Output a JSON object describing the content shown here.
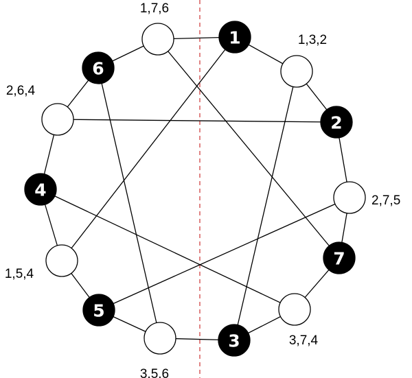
{
  "diagram": {
    "filled_nodes": [
      {
        "id": "p1",
        "label": "1"
      },
      {
        "id": "p2",
        "label": "2"
      },
      {
        "id": "p3",
        "label": "3"
      },
      {
        "id": "p4",
        "label": "4"
      },
      {
        "id": "p5",
        "label": "5"
      },
      {
        "id": "p6",
        "label": "6"
      },
      {
        "id": "p7",
        "label": "7"
      }
    ],
    "open_nodes": [
      {
        "id": "l176",
        "label": "1,7,6"
      },
      {
        "id": "l132",
        "label": "1,3,2"
      },
      {
        "id": "l264",
        "label": "2,6,4"
      },
      {
        "id": "l275",
        "label": "2,7,5"
      },
      {
        "id": "l154",
        "label": "1,5,4"
      },
      {
        "id": "l374",
        "label": "3,7,4"
      },
      {
        "id": "l356",
        "label": "3,5,6"
      }
    ],
    "edges": [
      [
        "l176",
        "p1"
      ],
      [
        "p1",
        "l132"
      ],
      [
        "l132",
        "p2"
      ],
      [
        "p2",
        "l275"
      ],
      [
        "l275",
        "p7"
      ],
      [
        "p7",
        "l374"
      ],
      [
        "l374",
        "p3"
      ],
      [
        "p3",
        "l356"
      ],
      [
        "l356",
        "p5"
      ],
      [
        "p5",
        "l154"
      ],
      [
        "l154",
        "p4"
      ],
      [
        "p4",
        "l264"
      ],
      [
        "l264",
        "p6"
      ],
      [
        "p6",
        "l176"
      ],
      [
        "l176",
        "p7"
      ],
      [
        "p6",
        "l356"
      ],
      [
        "p1",
        "l154"
      ],
      [
        "l264",
        "p2"
      ],
      [
        "l132",
        "p3"
      ],
      [
        "p4",
        "l374"
      ],
      [
        "l275",
        "p5"
      ]
    ],
    "colors": {
      "node_fill": "#000000",
      "node_text": "#ffffff",
      "axis": "#cc3333"
    }
  }
}
